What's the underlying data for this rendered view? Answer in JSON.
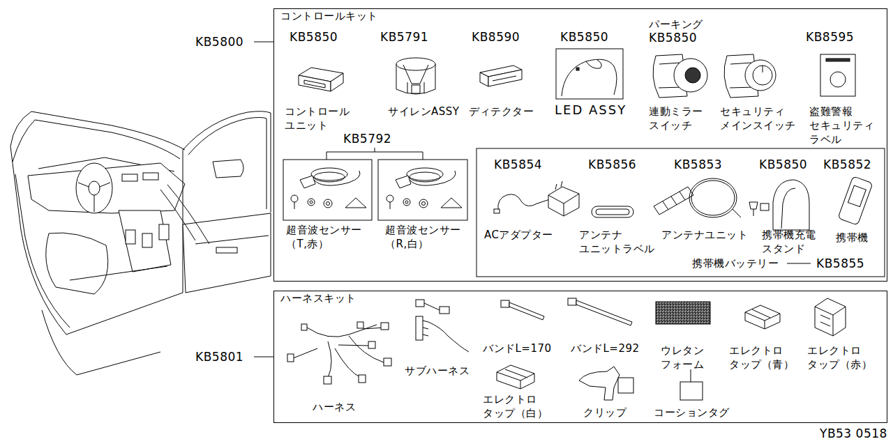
{
  "diagram": {
    "nodes": [
      {
        "text": [
          "コントロールキット"
        ]
      },
      {
        "text": [
          "ハーネスキット"
        ]
      }
    ],
    "labels": [
      "KB5800",
      "KB5850",
      "KB5791",
      "KB8590",
      "KB5850",
      "パーキング",
      "KB5850",
      "KB8595",
      "コントロール ユニット",
      "サイレンASSY",
      "ディテクター",
      "LED ASSY",
      "連動ミラー スイッチ",
      "セキュリティ メインスイッチ",
      "盗難警報 セキュリティ ラベル",
      "KB5792",
      "超音波センサー （T,赤）",
      "超音波センサー （R,白）",
      "KB5854",
      "KB5856",
      "KB5853",
      "KB5850",
      "KB5852",
      "ACアダプター",
      "アンテナ ユニットラベル",
      "アンテナユニット",
      "携帯機充電 スタンド",
      "携帯機",
      "携帯機バッテリー",
      "KB5855",
      "KB5801",
      "サブハーネス",
      "バンドL=170",
      "バンドL=292",
      "ウレタン フォーム",
      "エレクトロ タップ（青）",
      "エレクトロ タップ（赤）",
      "ハーネス",
      "エレクトロ タップ（白）",
      "クリップ",
      "コーションタグ",
      "YB53 0518"
    ]
  }
}
